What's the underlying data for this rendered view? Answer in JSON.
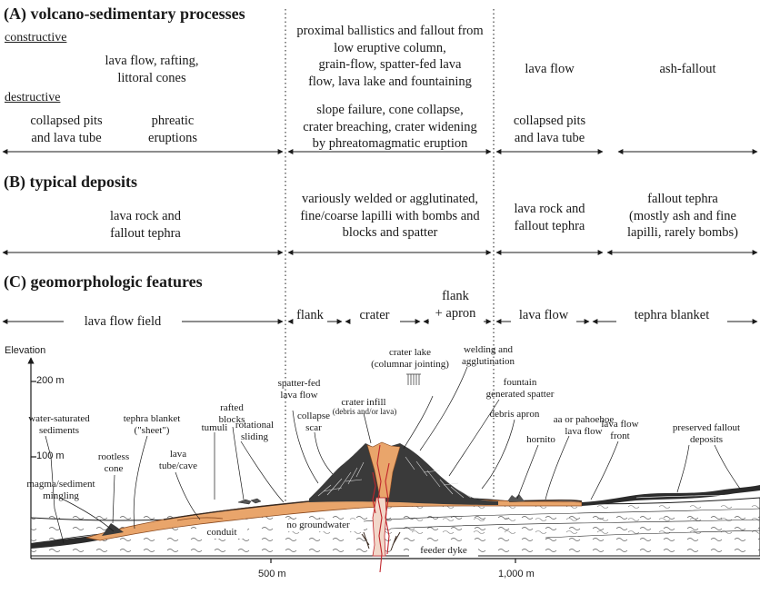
{
  "sectionA": {
    "title": "(A) volcano-sedimentary processes",
    "constructive_label": "constructive",
    "destructive_label": "destructive",
    "c1": "lava flow, rafting,\nlittoral cones",
    "c2": "proximal ballistics and fallout from\nlow eruptive column,\ngrain-flow, spatter-fed lava\nflow, lava lake and fountaining",
    "c3": "lava flow",
    "c4": "ash-fallout",
    "d1": "collapsed pits\nand lava tube",
    "d2": "phreatic\neruptions",
    "d3": "slope failure, cone collapse,\ncrater breaching, crater widening\nby phreatomagmatic eruption",
    "d4": "collapsed pits\nand lava tube"
  },
  "sectionB": {
    "title": "(B) typical deposits",
    "d1": "lava rock and\nfallout tephra",
    "d2": "variously welded or agglutinated,\nfine/coarse lapilli with bombs and\nblocks and spatter",
    "d3": "lava rock and\nfallout tephra",
    "d4": "fallout tephra\n(mostly ash and fine\nlapilli, rarely bombs)"
  },
  "sectionC": {
    "title": "(C) geomorphologic features",
    "f1": "lava flow field",
    "f2": "flank",
    "f3": "crater",
    "f4": "flank\n+ apron",
    "f5": "lava flow",
    "f6": "tephra blanket"
  },
  "axis": {
    "elevation": "Elevation",
    "e200": "200 m",
    "e100": "100 m",
    "x500": "500 m",
    "x1000": "1,000 m"
  },
  "labels": {
    "water": "water-saturated\nsediments",
    "magma": "magma/sediment\nmingling",
    "rootless": "rootless\ncone",
    "tephra_sheet": "tephra blanket\n(\"sheet\")",
    "lava_tube": "lava\ntube/cave",
    "tumuli": "tumuli",
    "rafted": "rafted\nblocks",
    "rotational": "rotational\nsliding",
    "collapse": "collapse\nscar",
    "spatter_lava": "spatter-fed\nlava flow",
    "crater_infill": "crater infill",
    "crater_infill_sub": "(debris and/or lava)",
    "crater_lake": "crater lake\n(columnar jointing)",
    "welding": "welding and\nagglutination",
    "fountain": "fountain\ngenerated spatter",
    "debris_apron": "debris apron",
    "hornito": "hornito",
    "aa": "aa or pahoehoe\nlava flow",
    "lava_front": "lava flow\nfront",
    "preserved": "preserved fallout\ndeposits",
    "no_groundwater": "no groundwater",
    "feeder_dyke": "feeder dyke",
    "conduit": "conduit"
  },
  "colors": {
    "lava": "#e9a56b",
    "lava_dark": "#c9743a",
    "cone": "#2b2b2b",
    "dyke": "#c0262c",
    "ink": "#1a1a1a"
  }
}
